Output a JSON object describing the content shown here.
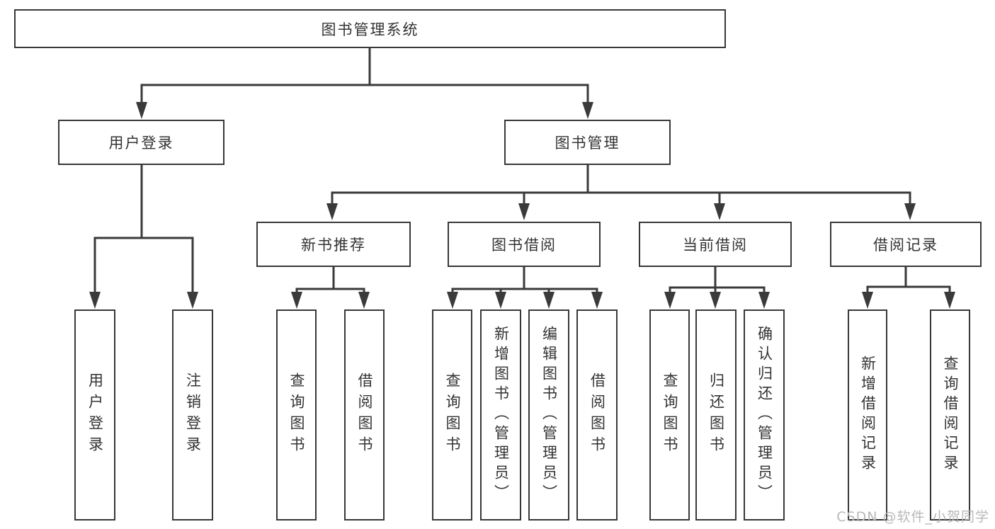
{
  "diagram": {
    "title_node": {
      "label": "图书管理系统"
    },
    "level2": [
      {
        "id": "user-login",
        "label": "用户登录"
      },
      {
        "id": "book-management",
        "label": "图书管理"
      }
    ],
    "level3": [
      {
        "id": "new-book-recommend",
        "label": "新书推荐",
        "parent": "图书管理"
      },
      {
        "id": "book-borrow",
        "label": "图书借阅",
        "parent": "图书管理"
      },
      {
        "id": "current-borrow",
        "label": "当前借阅",
        "parent": "图书管理"
      },
      {
        "id": "borrow-records",
        "label": "借阅记录",
        "parent": "图书管理"
      }
    ],
    "leaves": [
      {
        "parent": "用户登录",
        "label": "用户登录"
      },
      {
        "parent": "用户登录",
        "label": "注销登录"
      },
      {
        "parent": "新书推荐",
        "label": "查询图书"
      },
      {
        "parent": "新书推荐",
        "label": "借阅图书"
      },
      {
        "parent": "图书借阅",
        "label": "查询图书"
      },
      {
        "parent": "图书借阅",
        "label": "新增图书（管理员）"
      },
      {
        "parent": "图书借阅",
        "label": "编辑图书（管理员）"
      },
      {
        "parent": "图书借阅",
        "label": "借阅图书"
      },
      {
        "parent": "当前借阅",
        "label": "查询图书"
      },
      {
        "parent": "当前借阅",
        "label": "归还图书"
      },
      {
        "parent": "当前借阅",
        "label": "确认归还（管理员）"
      },
      {
        "parent": "借阅记录",
        "label": "新增借阅记录"
      },
      {
        "parent": "借阅记录",
        "label": "查询借阅记录"
      }
    ]
  },
  "watermark": {
    "text": "CSDN @软件_小贺同学"
  },
  "colors": {
    "line": "#3a3a3a",
    "box_border": "#383838",
    "text": "#333333",
    "watermark": "#b8b8b8",
    "background": "#ffffff"
  }
}
